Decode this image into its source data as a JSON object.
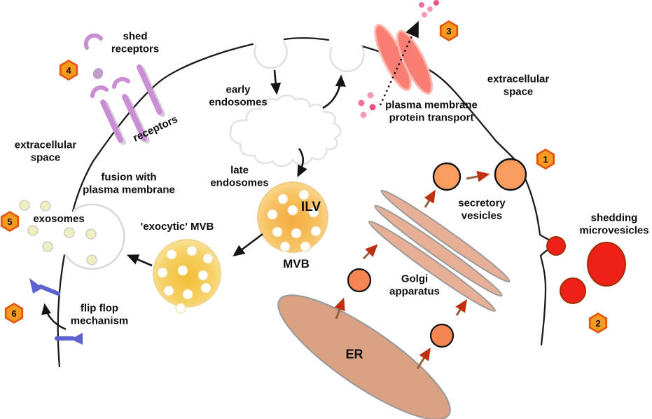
{
  "diagram": {
    "labels": {
      "shed_receptors": "shed\nreceptors",
      "receptors": "receptors",
      "early_endosomes": "early\nendosomes",
      "extracellular_space_left": "extracellular\nspace",
      "extracellular_space_right": "extracellular\nspace",
      "plasma_membrane_protein_transport": "plasma membrane\nprotein transport",
      "late_endosomes": "late\nendosomes",
      "ilv": "ILV",
      "mvb": "MVB",
      "exocytic_mvb": "'exocytic' MVB",
      "fusion_with_plasma_membrane": "fusion with\nplasma membrane",
      "exosomes": "exosomes",
      "flip_flop_mechanism": "flip flop\nmechanism",
      "secretory_vesicles": "secretory\nvesicles",
      "shedding_microvesicles": "shedding\nmicrovesicles",
      "golgi_apparatus": "Golgi\napparatus",
      "er": "ER"
    },
    "badges": {
      "n1": "1",
      "n2": "2",
      "n3": "3",
      "n4": "4",
      "n5": "5",
      "n6": "6"
    },
    "colors": {
      "membrane": "#1c1c1c",
      "endosome_outline": "#e0e0e0",
      "receptor_purple": "#ca8ed4",
      "membrane_protein_pink": "#f87d72",
      "secretory_vesicle_orange": "#f99c60",
      "microvesicle_red": "#ee2018",
      "mvb_orange": "#f5b34e",
      "exocytic_mvb_yellow": "#f4c840",
      "golgi_tan": "#e2a184",
      "er_tan": "#dba183",
      "exosome_pale_yellow": "#f0efc2",
      "flip_flop_blue": "#5c63d1",
      "badge_fill": "#f79b20",
      "badge_border": "#e2570f",
      "arrow_brown": "#96603c",
      "arrow_head_red": "#c03010",
      "pink_dot": "#f170a2"
    }
  }
}
